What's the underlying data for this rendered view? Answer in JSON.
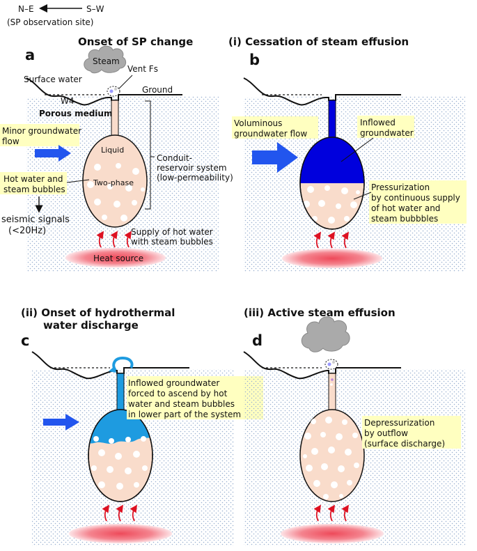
{
  "compass": {
    "left": "N–E",
    "right": "S–W",
    "note": "(SP observation site)"
  },
  "panel_a": {
    "title": "Onset of SP change",
    "letter": "a",
    "steam": "Steam",
    "vent": "Vent Fs",
    "surface_water": "Surface water",
    "ground": "Ground",
    "w4": "W4",
    "porous": "Porous medium",
    "minor_flow": [
      "Minor groundwater",
      "flow"
    ],
    "liquid": "Liquid",
    "two_phase": "Two-phase",
    "conduit": [
      "Conduit-",
      "reservoir system",
      "(low-permeability)"
    ],
    "hot_water": [
      "Hot water and",
      "steam bubbles"
    ],
    "seismic": [
      "seismic signals",
      "(<20Hz)"
    ],
    "supply": [
      "Supply of hot water",
      "with steam bubbles"
    ],
    "heat": "Heat source"
  },
  "panel_b": {
    "title": "(i) Cessation of steam effusion",
    "letter": "b",
    "vol_flow": [
      "Voluminous",
      "groundwater flow"
    ],
    "inflowed": [
      "Inflowed",
      "groundwater"
    ],
    "pressurization": [
      "Pressurization",
      "by continuous supply",
      "of hot water and",
      "steam bubbbles"
    ]
  },
  "panel_c": {
    "title": [
      "(ii) Onset of hydrothermal",
      "water discharge"
    ],
    "letter": "c",
    "note": [
      "Inflowed groundwater",
      "forced to ascend by hot",
      "water and steam bubbles",
      "in lower part of the system"
    ]
  },
  "panel_d": {
    "title": "(iii) Active steam effusion",
    "letter": "d",
    "note": [
      "Depressurization",
      "by outflow",
      "(surface discharge)"
    ]
  },
  "colors": {
    "dots": "#9ab0d0",
    "reservoir": "#f9dccb",
    "water": "#0000dd",
    "light_water": "#1e9be0",
    "arrow": "#2255ee",
    "heat": "#ee4a5a",
    "highlight": "#ffffc0",
    "steam": "#aaaaaa"
  }
}
